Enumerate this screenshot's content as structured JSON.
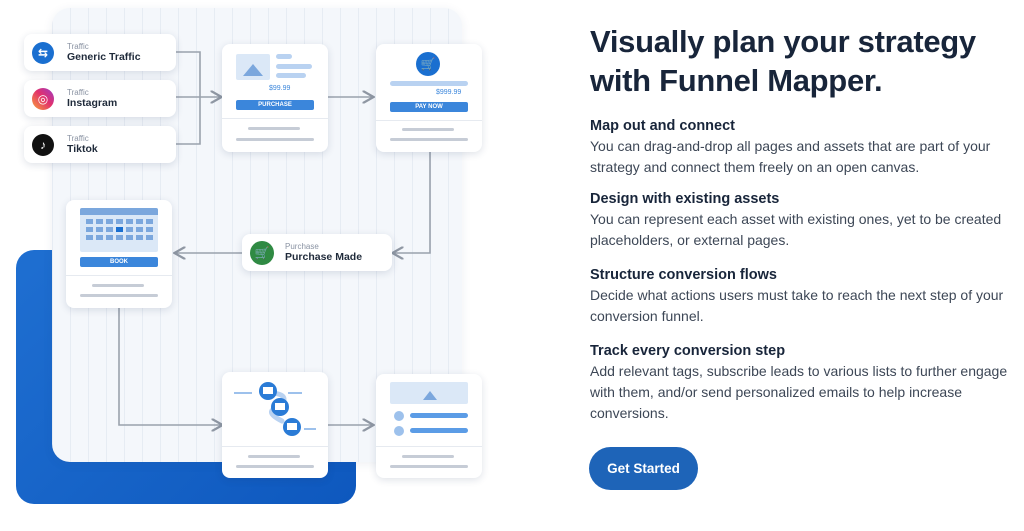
{
  "diagram": {
    "traffic_sources": [
      {
        "small_label": "Traffic",
        "name": "Generic Traffic",
        "icon": "swap-arrows-icon",
        "color": "#1a6fd0"
      },
      {
        "small_label": "Traffic",
        "name": "Instagram",
        "icon": "instagram-icon",
        "color": "#e1306c"
      },
      {
        "small_label": "Traffic",
        "name": "Tiktok",
        "icon": "tiktok-icon",
        "color": "#111111"
      }
    ],
    "sales_page": {
      "price": "$99.99",
      "button": "PURCHASE"
    },
    "checkout_page": {
      "price": "$999.99",
      "button": "PAY NOW"
    },
    "purchase_event": {
      "small_label": "Purchase",
      "name": "Purchase Made",
      "icon": "cart-icon",
      "color": "#2f8a43"
    },
    "booking_page": {
      "button": "BOOK"
    },
    "email_sequence": {
      "icon": "email-icon"
    },
    "contacts_page": {
      "icon": "user-icon"
    }
  },
  "content": {
    "headline": "Visually plan your strategy with Funnel Mapper.",
    "features": [
      {
        "title": "Map out and connect",
        "text": "You can drag-and-drop all pages and assets that are part of your strategy and connect them freely on an open canvas."
      },
      {
        "title": "Design with existing assets",
        "text": "You can represent each asset with existing ones, yet to be created placeholders, or external pages."
      },
      {
        "title": "Structure conversion flows",
        "text": "Decide what actions users must take to reach the next step of your conversion funnel."
      },
      {
        "title": "Track every conversion step",
        "text": "Add relevant tags, subscribe leads to various lists to further engage with them, and/or send personalized emails to help increase conversions."
      }
    ],
    "cta_label": "Get Started"
  },
  "colors": {
    "accent": "#1e64b8",
    "brand_blue": "#1a6fd0",
    "heading": "#18253a"
  }
}
